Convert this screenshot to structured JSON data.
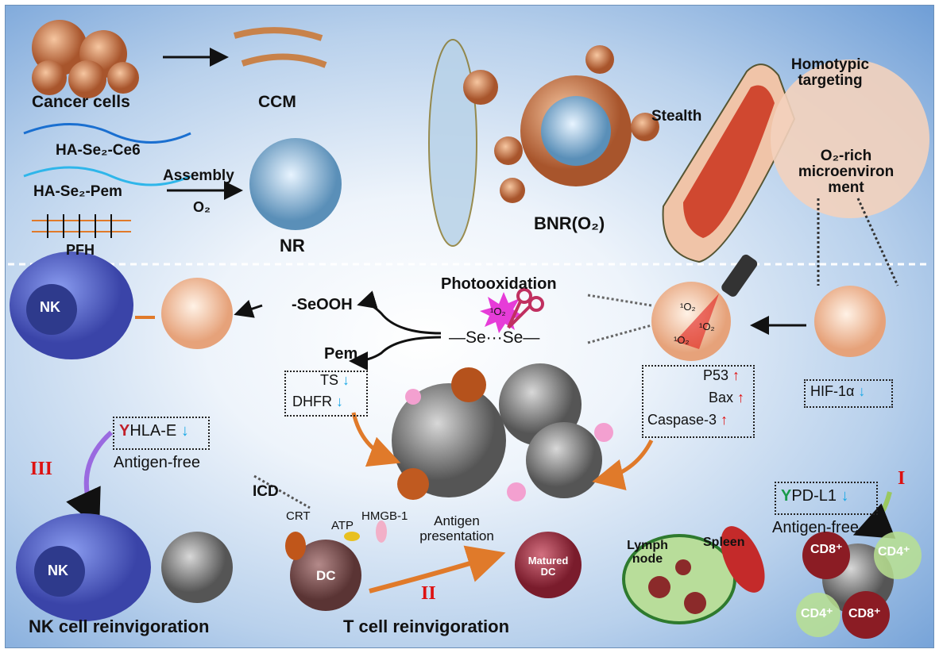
{
  "top": {
    "cancer_cells": "Cancer cells",
    "ccm": "CCM",
    "ha_se2_ce6": "HA-Se₂-Ce6",
    "ha_se2_pem": "HA-Se₂-Pem",
    "pfh": "PFH",
    "assembly": "Assembly",
    "o2": "O₂",
    "nr": "NR",
    "bnr": "BNR(O₂)",
    "stealth": "Stealth",
    "homotypic": [
      "Homotypic",
      "targeting"
    ],
    "o2rich": [
      "O₂-rich",
      "microenviron",
      "ment"
    ]
  },
  "mid": {
    "photooxidation": "Photooxidation",
    "singlet_o2": "¹O₂",
    "se_bond": "—Se···Se—",
    "seooh": "-SeOOH",
    "pem": "Pem",
    "pem_targets": [
      "TS",
      "DHFR"
    ],
    "apoptosis_markers": [
      "P53",
      "Bax",
      "Caspase-3"
    ],
    "hif": "HIF-1α",
    "cell_singlet_o2": [
      "¹O₂",
      "¹O₂",
      "¹O₂"
    ],
    "nk": "NK",
    "hla_e": "HLA-E",
    "antigen_free": "Antigen-free",
    "pd_l1": "PD-L1",
    "icd": "ICD",
    "down_arrow": "↓",
    "up_arrow": "↑"
  },
  "bottom": {
    "crt": "CRT",
    "atp": "ATP",
    "hmgb1": "HMGB-1",
    "dc": "DC",
    "antigen_presentation": [
      "Antigen",
      "presentation"
    ],
    "matured_dc": [
      "Matured",
      "DC"
    ],
    "lymph_node": [
      "Lymph",
      "node"
    ],
    "spleen": "Spleen",
    "cd8": "CD8⁺",
    "cd4": "CD4⁺",
    "nk": "NK",
    "nk_reinvigoration": "NK cell reinvigoration",
    "t_reinvigoration": "T cell reinvigoration"
  },
  "roman": {
    "i": "I",
    "ii": "II",
    "iii": "III"
  },
  "colors": {
    "cell": "#c9794a",
    "nk": "#4c5fc4",
    "arrow_down": "#19a8e6",
    "arrow_up": "#e01010",
    "roman": "#d11111"
  }
}
